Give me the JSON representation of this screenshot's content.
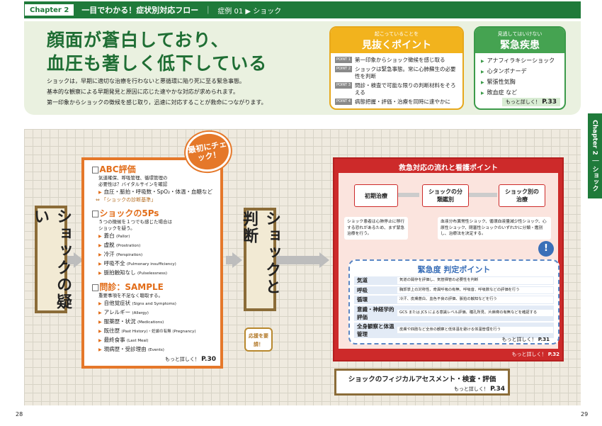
{
  "header": {
    "chapter": "Chapter 2",
    "title": "一目でわかる！症状別対応フロー",
    "separator": "｜",
    "case": "症例 01 ▶ ショック"
  },
  "main_title": {
    "line1": "顔面が蒼白しており、",
    "line2": "血圧も著しく低下している"
  },
  "intro": {
    "line1": "ショックは，早期に適切な治療を行わないと悪循環に陥り死に至る緊急事態。",
    "line2": "基本的な観察による早期発見と原因に応じた速やかな対応が求められます。",
    "line3": "第一印象からショックの徴候を感じ取り，迅速に対応することが救命につながります。"
  },
  "points": {
    "sub": "起こっていることを",
    "title": "見抜くポイント",
    "items": [
      {
        "num": "POINT 1",
        "text": "第一印象からショック徴候を感じ取る"
      },
      {
        "num": "POINT 2",
        "text": "ショックは緊急事態。常に心肺蘇生の必要性を判断"
      },
      {
        "num": "POINT 3",
        "text": "問診・検査で可能な限りの判断材料をそろえる"
      },
      {
        "num": "POINT 4",
        "text": "病態把握・評価・治療を同時に速やかに"
      }
    ]
  },
  "diseases": {
    "sub": "見逃してはいけない",
    "title": "緊急疾患",
    "items": [
      "アナフィラキシーショック",
      "心タンポナーデ",
      "緊張性気胸",
      "敗血症 など"
    ],
    "more": "もっと詳しく！",
    "page": "P.33"
  },
  "side_tab": "Chapter 2 ｜ ショック",
  "flow": {
    "suspect": "ショックの疑い",
    "judge": "ショックと判断",
    "burst": "最初にチェック！",
    "ouen": "応援を要請！"
  },
  "check": {
    "abc": {
      "title": "ABC評価",
      "desc1": "気道確保、呼吸管理、循環管理の",
      "desc2": "必要性は？バイタルサインを確認",
      "item": "血圧・脈拍・呼吸数・SpO₂・体温・血糖など",
      "link": "「ショックの診断基準」"
    },
    "ps": {
      "title": "ショックの5Ps",
      "desc1": "５つの徴候を１つでも感じた場合は",
      "desc2": "ショックを疑う。",
      "items": [
        {
          "jp": "蒼白",
          "en": "(Pallor)"
        },
        {
          "jp": "虚脱",
          "en": "(Prostration)"
        },
        {
          "jp": "冷汗",
          "en": "(Perspiration)"
        },
        {
          "jp": "呼吸不全",
          "en": "(Pulmonary insufficiency)"
        },
        {
          "jp": "脈拍触知なし",
          "en": "(Pulselessness)"
        }
      ]
    },
    "sample": {
      "title": "問診：SAMPLE",
      "desc": "重要事項を不足なく聴取する。",
      "items": [
        {
          "jp": "自他覚症状",
          "en": "(Signs and Symptoms)"
        },
        {
          "jp": "アレルギー",
          "en": "(Allergy)"
        },
        {
          "jp": "服薬歴・状況",
          "en": "(Medications)"
        },
        {
          "jp": "既往歴",
          "en": "(Past History)・妊娠の有無 (Pregnancy)"
        },
        {
          "jp": "最終食事",
          "en": "(Last Meal)"
        },
        {
          "jp": "現病歴・受診理由",
          "en": "(Events)"
        }
      ]
    },
    "more": "もっと詳しく！",
    "page": "P.30"
  },
  "emergency": {
    "title": "救急対応の流れと看護ポイント",
    "steps": [
      "初期治療",
      "ショックの分類鑑別",
      "ショック別の治療"
    ],
    "note1": "ショック患者は心肺停止に移行する恐れがあるため、まず緊急治療を行う。",
    "note2": "血液分布異常性ショック、循環血液量減少性ショック、心原性ショック、閉塞性ショックのいずれかに分類・鑑別し、治療法を決定する。",
    "severity": {
      "title": "緊急度 判定ポイント",
      "rows": [
        {
          "k": "気道",
          "v": "気道の開存を評価し、気管挿管の必要性を判断"
        },
        {
          "k": "呼吸",
          "v": "胸郭挙上の対称性、奇異呼吸の有無、呼吸音、呼吸数などの評価を行う"
        },
        {
          "k": "循環",
          "v": "冷汗、皮膚蒼白、血色不良の評価、脈拍の触知などを行う"
        },
        {
          "k": "意識・神経学的評価",
          "v": "GCS または JCS による意識レベル評価、瞳孔所見、片麻痺の有無などを確認する"
        },
        {
          "k": "全身観察と体温管理",
          "v": "皮膚や四肢など全身の観察と低体温を避ける体温管理を行う"
        }
      ]
    },
    "more1": "もっと詳しく！",
    "page1": "P.31",
    "more2": "もっと詳しく！",
    "page2": "P.32"
  },
  "physical": {
    "title": "ショックのフィジカルアセスメント・検査・評価",
    "more": "もっと詳しく！",
    "page": "P.34"
  },
  "page_left": "28",
  "page_right": "29"
}
